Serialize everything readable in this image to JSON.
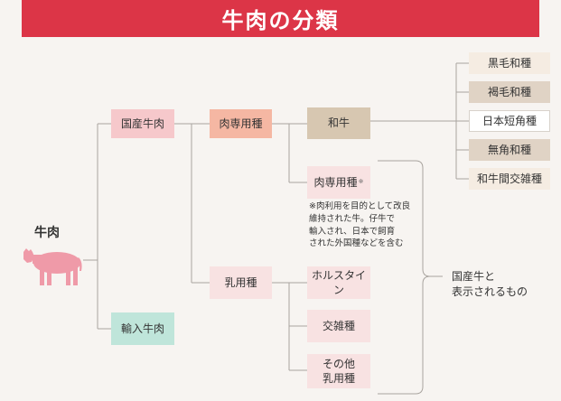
{
  "title": "牛肉の分類",
  "root": "牛肉",
  "nodes": {
    "domestic": "国産牛肉",
    "imported": "輸入牛肉",
    "beef_breed": "肉専用種",
    "dairy_breed": "乳用種",
    "wagyu": "和牛",
    "beef_breed_other": "肉専用種",
    "beef_breed_other_mark": "※",
    "holstein": "ホルスタイン",
    "crossbreed": "交雑種",
    "other_dairy": "その他\n乳用種"
  },
  "wagyu_types": [
    "黒毛和種",
    "褐毛和種",
    "日本短角種",
    "無角和種",
    "和牛間交雑種"
  ],
  "note": "※肉利用を目的として改良\n維持された牛。仔牛で\n輸入され、日本で飼育\nされた外国種などを含む",
  "bracket_label": "国産牛と\n表示されるもの",
  "colors": {
    "title_bar": "#dc3547",
    "domestic": "#f6c8cb",
    "beef_breed": "#f5b7a3",
    "wagyu": "#d7c7b1",
    "imported": "#bfe5da",
    "cow": "#ef9aa8"
  },
  "icons": {
    "cow": "cow-icon"
  }
}
